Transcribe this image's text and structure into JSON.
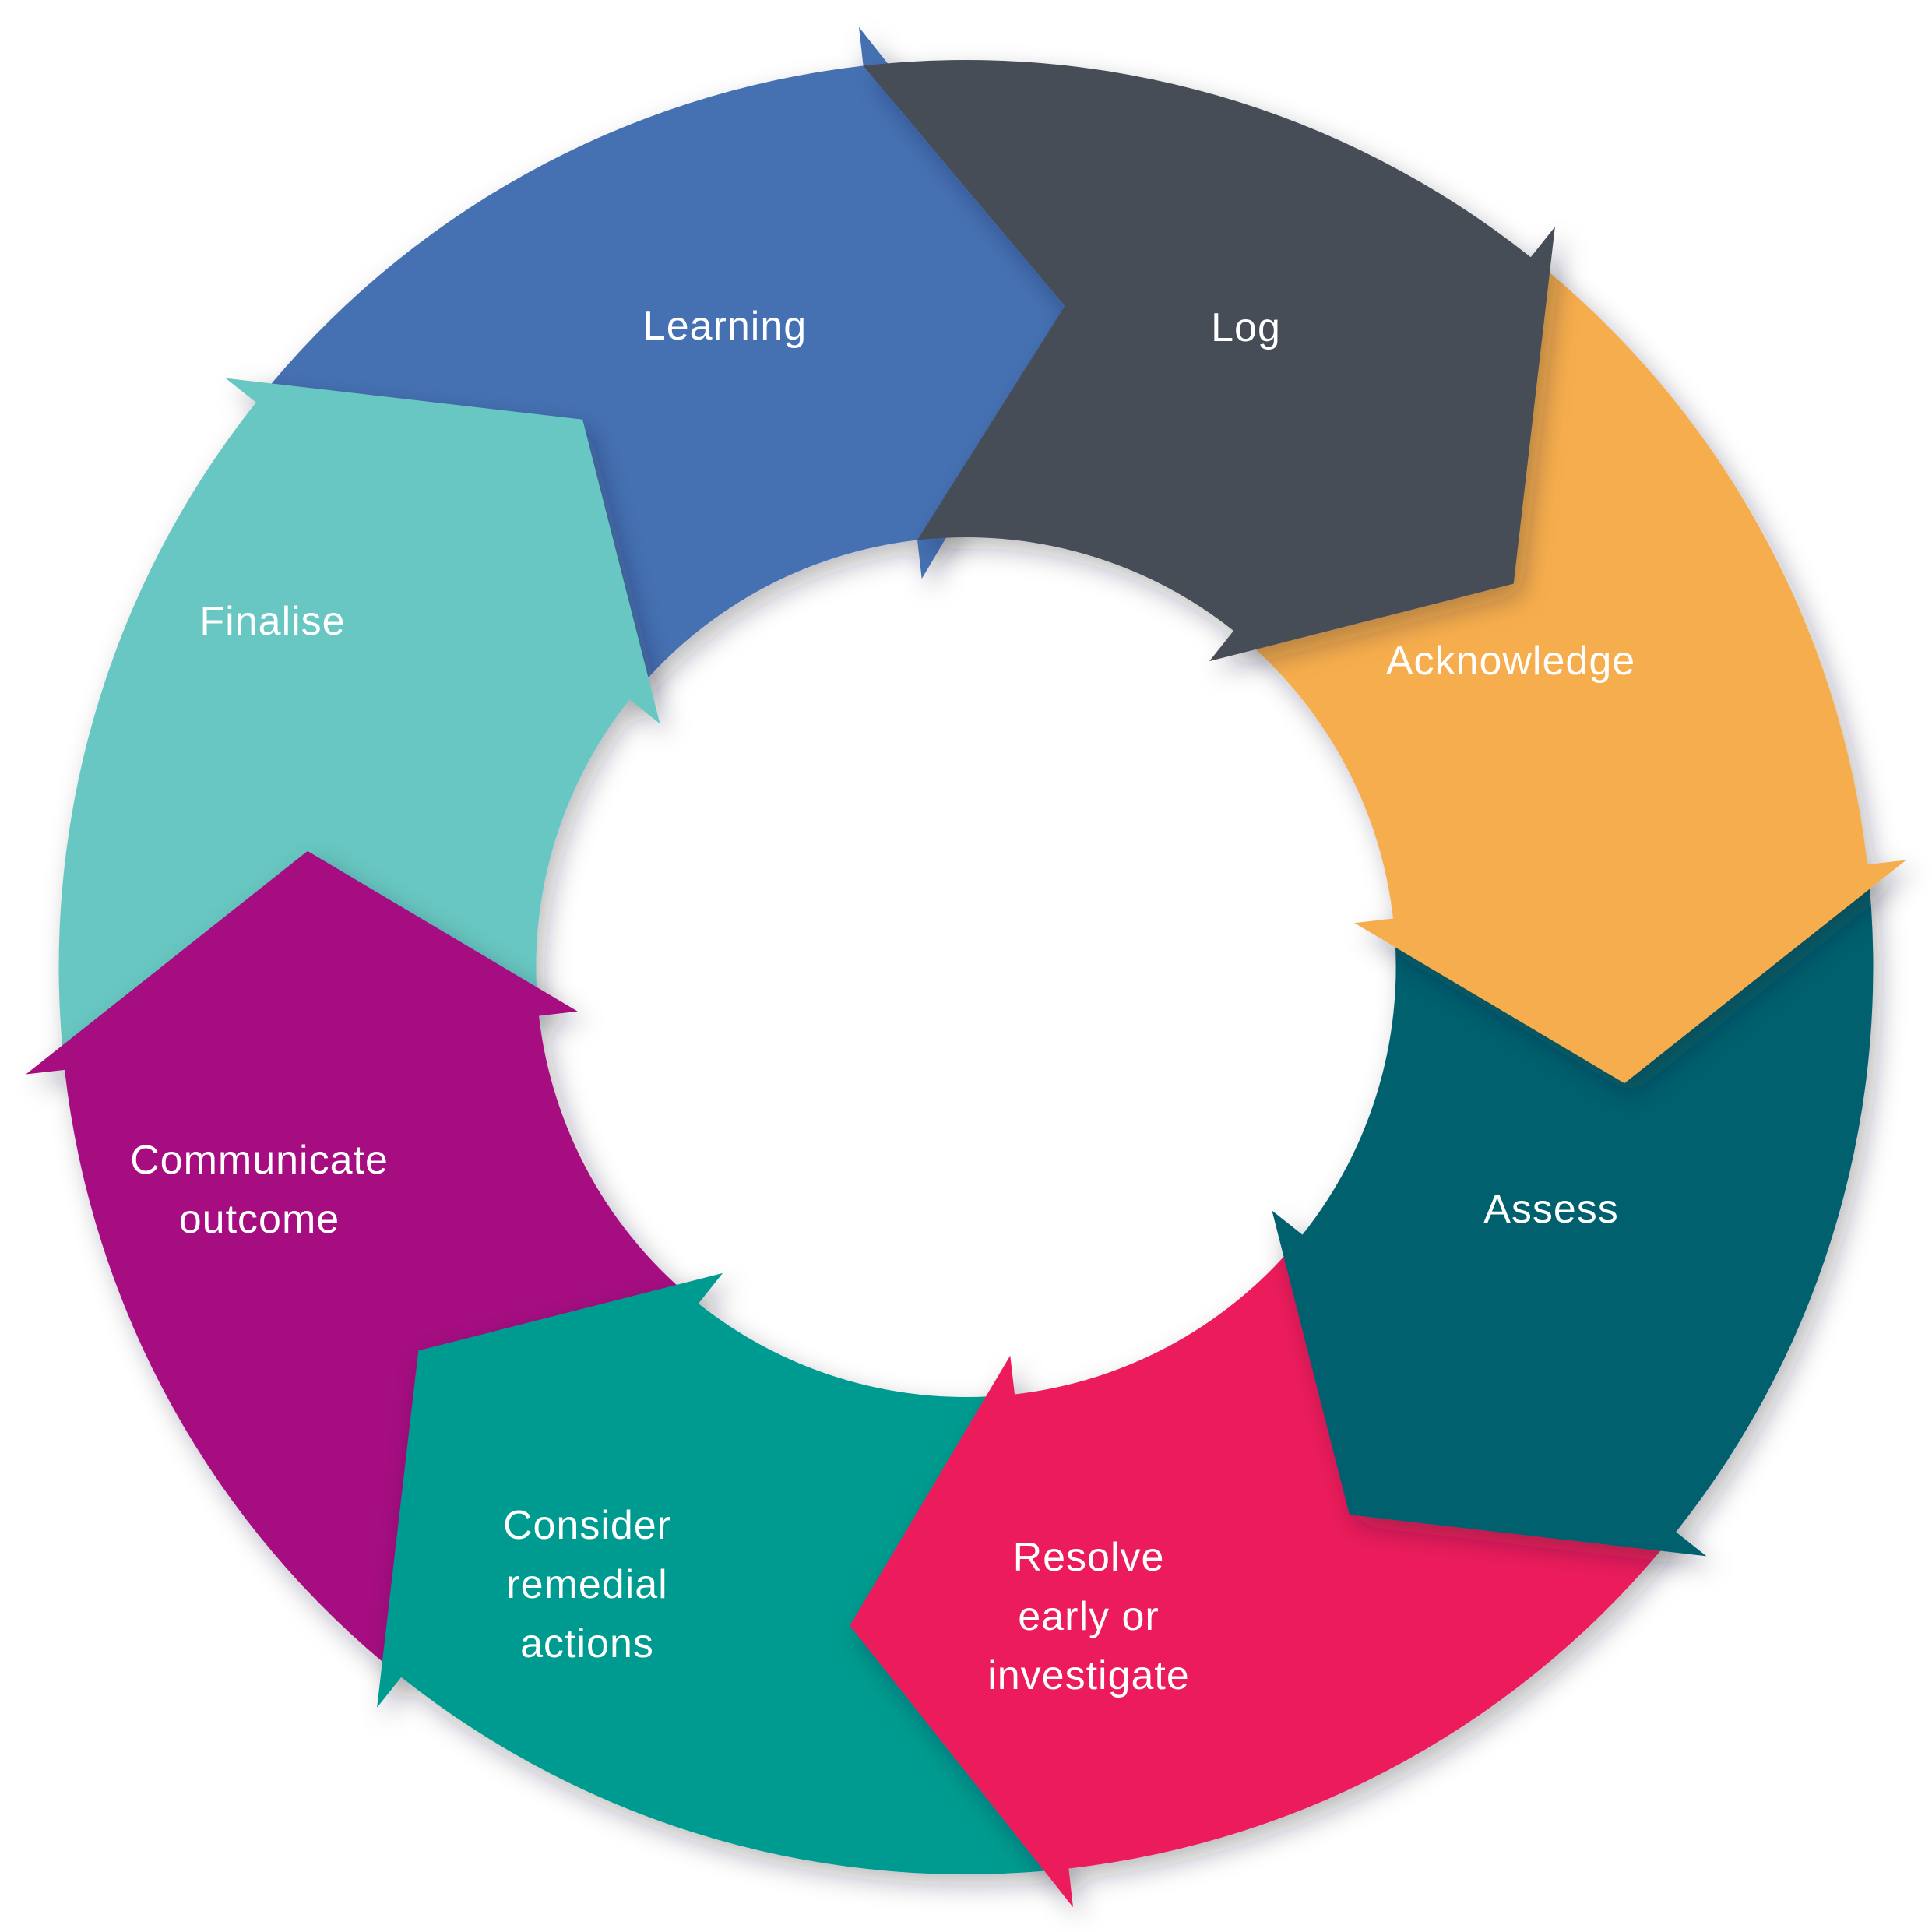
{
  "diagram": {
    "name": "complaint-handling-cycle",
    "type": "cycle",
    "direction": "clockwise",
    "background_color": "#FFFFFF",
    "label_text_color": "#FFFFFF",
    "shadow_color": "#1A2430",
    "steps": [
      {
        "id": "log",
        "order": 1,
        "label": "Log",
        "lines": [
          "Log"
        ],
        "color": "#474D57"
      },
      {
        "id": "acknowledge",
        "order": 2,
        "label": "Acknowledge",
        "lines": [
          "Acknowledge"
        ],
        "color": "#F6AD4E"
      },
      {
        "id": "assess",
        "order": 3,
        "label": "Assess",
        "lines": [
          "Assess"
        ],
        "color": "#04606E"
      },
      {
        "id": "resolve",
        "order": 4,
        "label": "Resolve early or investigate",
        "lines": [
          "Resolve",
          "early or",
          "investigate"
        ],
        "color": "#EC1C5B"
      },
      {
        "id": "consider",
        "order": 5,
        "label": "Consider remedial actions",
        "lines": [
          "Consider",
          "remedial",
          "actions"
        ],
        "color": "#019B90"
      },
      {
        "id": "communicate",
        "order": 6,
        "label": "Communicate outcome",
        "lines": [
          "Communicate",
          "outcome"
        ],
        "color": "#A50981"
      },
      {
        "id": "finalise",
        "order": 7,
        "label": "Finalise",
        "lines": [
          "Finalise"
        ],
        "color": "#68C7C2"
      },
      {
        "id": "learning",
        "order": 8,
        "label": "Learning",
        "lines": [
          "Learning"
        ],
        "color": "#4471B3"
      }
    ]
  }
}
